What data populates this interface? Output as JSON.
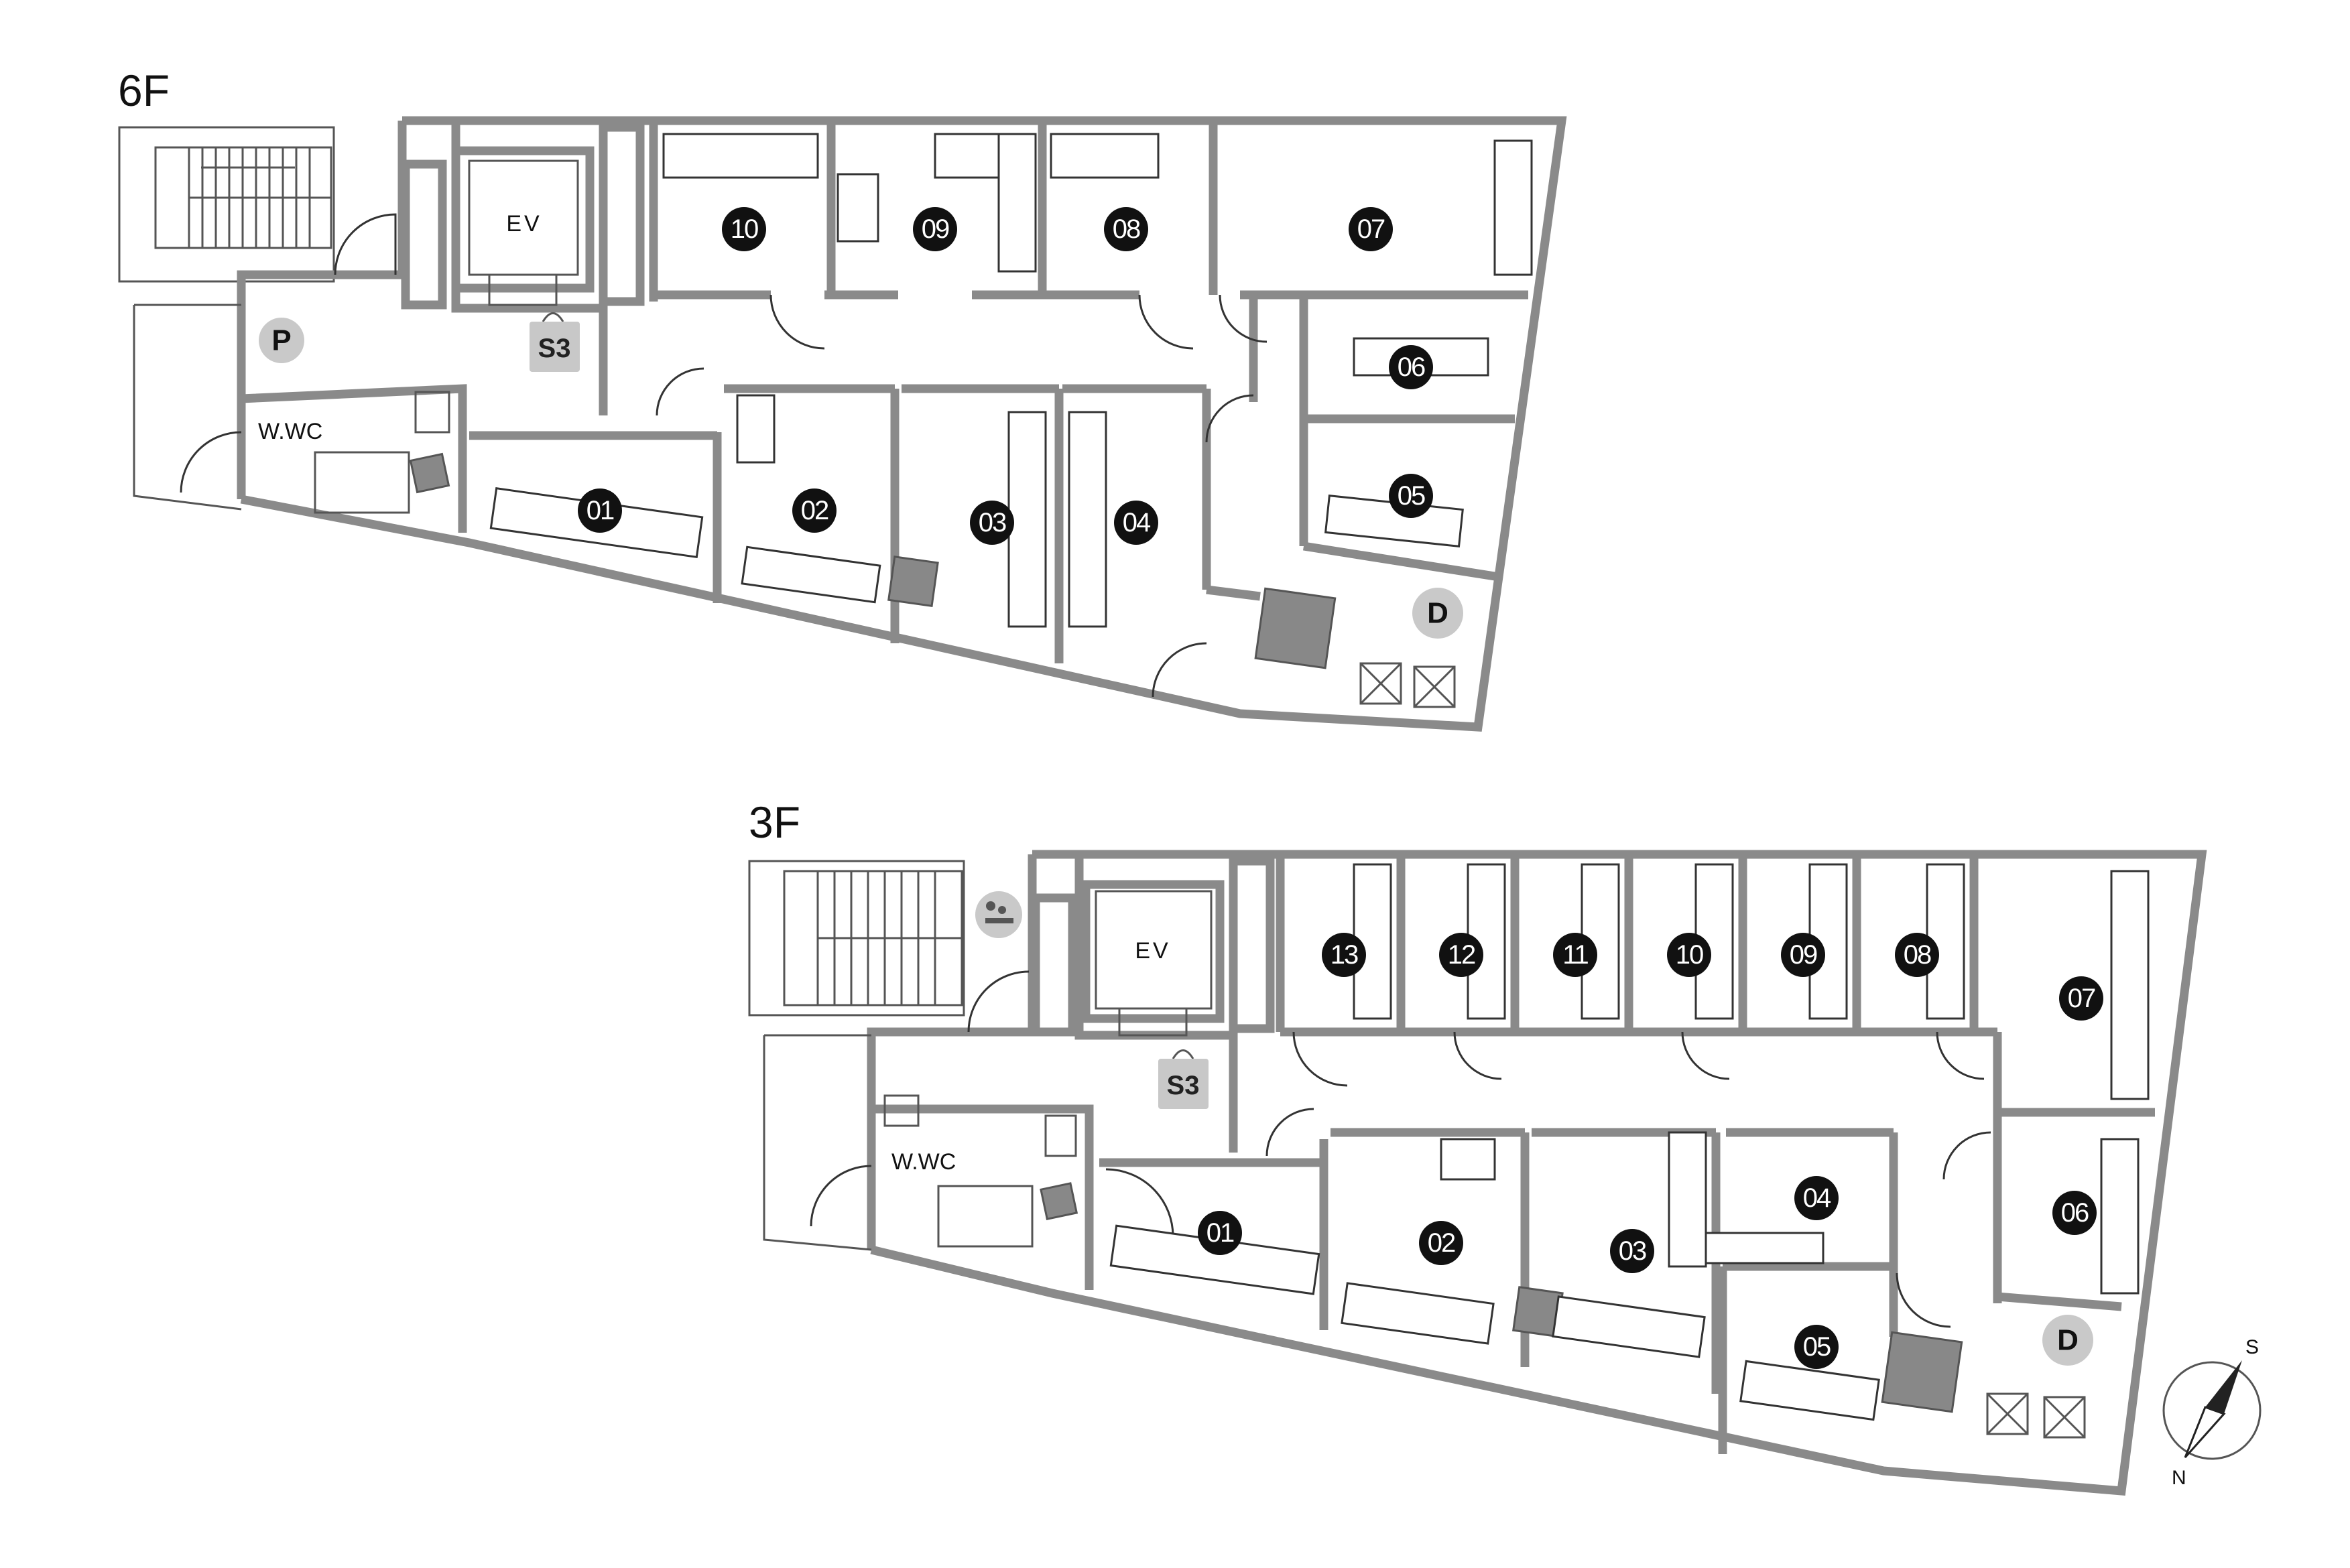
{
  "floors": [
    {
      "label": "6F",
      "ev_label": "EV",
      "wc_label": "W.WC",
      "shared_label": "S3",
      "parking_label": "P",
      "d_label": "D",
      "rooms": [
        "01",
        "02",
        "03",
        "04",
        "05",
        "06",
        "07",
        "08",
        "09",
        "10"
      ]
    },
    {
      "label": "3F",
      "ev_label": "EV",
      "wc_label": "W.WC",
      "shared_label": "S3",
      "d_label": "D",
      "rooms": [
        "01",
        "02",
        "03",
        "04",
        "05",
        "06",
        "07",
        "08",
        "09",
        "10",
        "11",
        "12",
        "13"
      ]
    }
  ],
  "compass": {
    "top": "S",
    "bottom": "N"
  },
  "colors": {
    "wall": "#8a8a8a",
    "badge": "#111111",
    "grey_badge": "#c9c9c9"
  },
  "icons": [
    "stairs-icon",
    "elevator-icon",
    "toilet-icon",
    "sink-icon",
    "smoking-area-icon",
    "compass-icon",
    "padlock-icon"
  ]
}
